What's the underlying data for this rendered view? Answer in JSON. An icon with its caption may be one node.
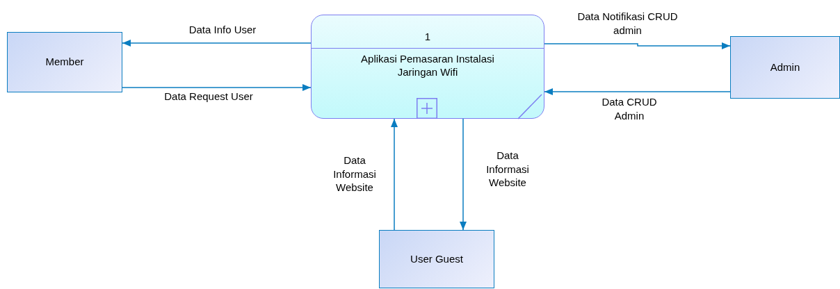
{
  "diagram": {
    "nodes": [
      {
        "text": [
          "Member"
        ]
      },
      {
        "text": [
          "1",
          "Aplikasi Pemasaran Instalasi Jaringan Wifi"
        ]
      },
      {
        "text": [
          "Admin"
        ]
      },
      {
        "text": [
          "User Guest"
        ]
      }
    ],
    "edges": [
      {
        "from": 1,
        "to": 0,
        "arrow": "to",
        "label": "Data Info User"
      },
      {
        "from": 0,
        "to": 1,
        "arrow": "to",
        "label": "Data Request User"
      },
      {
        "from": 1,
        "to": 2,
        "arrow": "to",
        "label": "Data Notifikasi CRUD admin"
      },
      {
        "from": 2,
        "to": 1,
        "arrow": "to",
        "label": "Data CRUD Admin"
      },
      {
        "from": 3,
        "to": 1,
        "arrow": "to",
        "label": "Data Informasi Website"
      },
      {
        "from": 1,
        "to": 3,
        "arrow": "to",
        "label": "Data Informasi Website"
      }
    ]
  }
}
